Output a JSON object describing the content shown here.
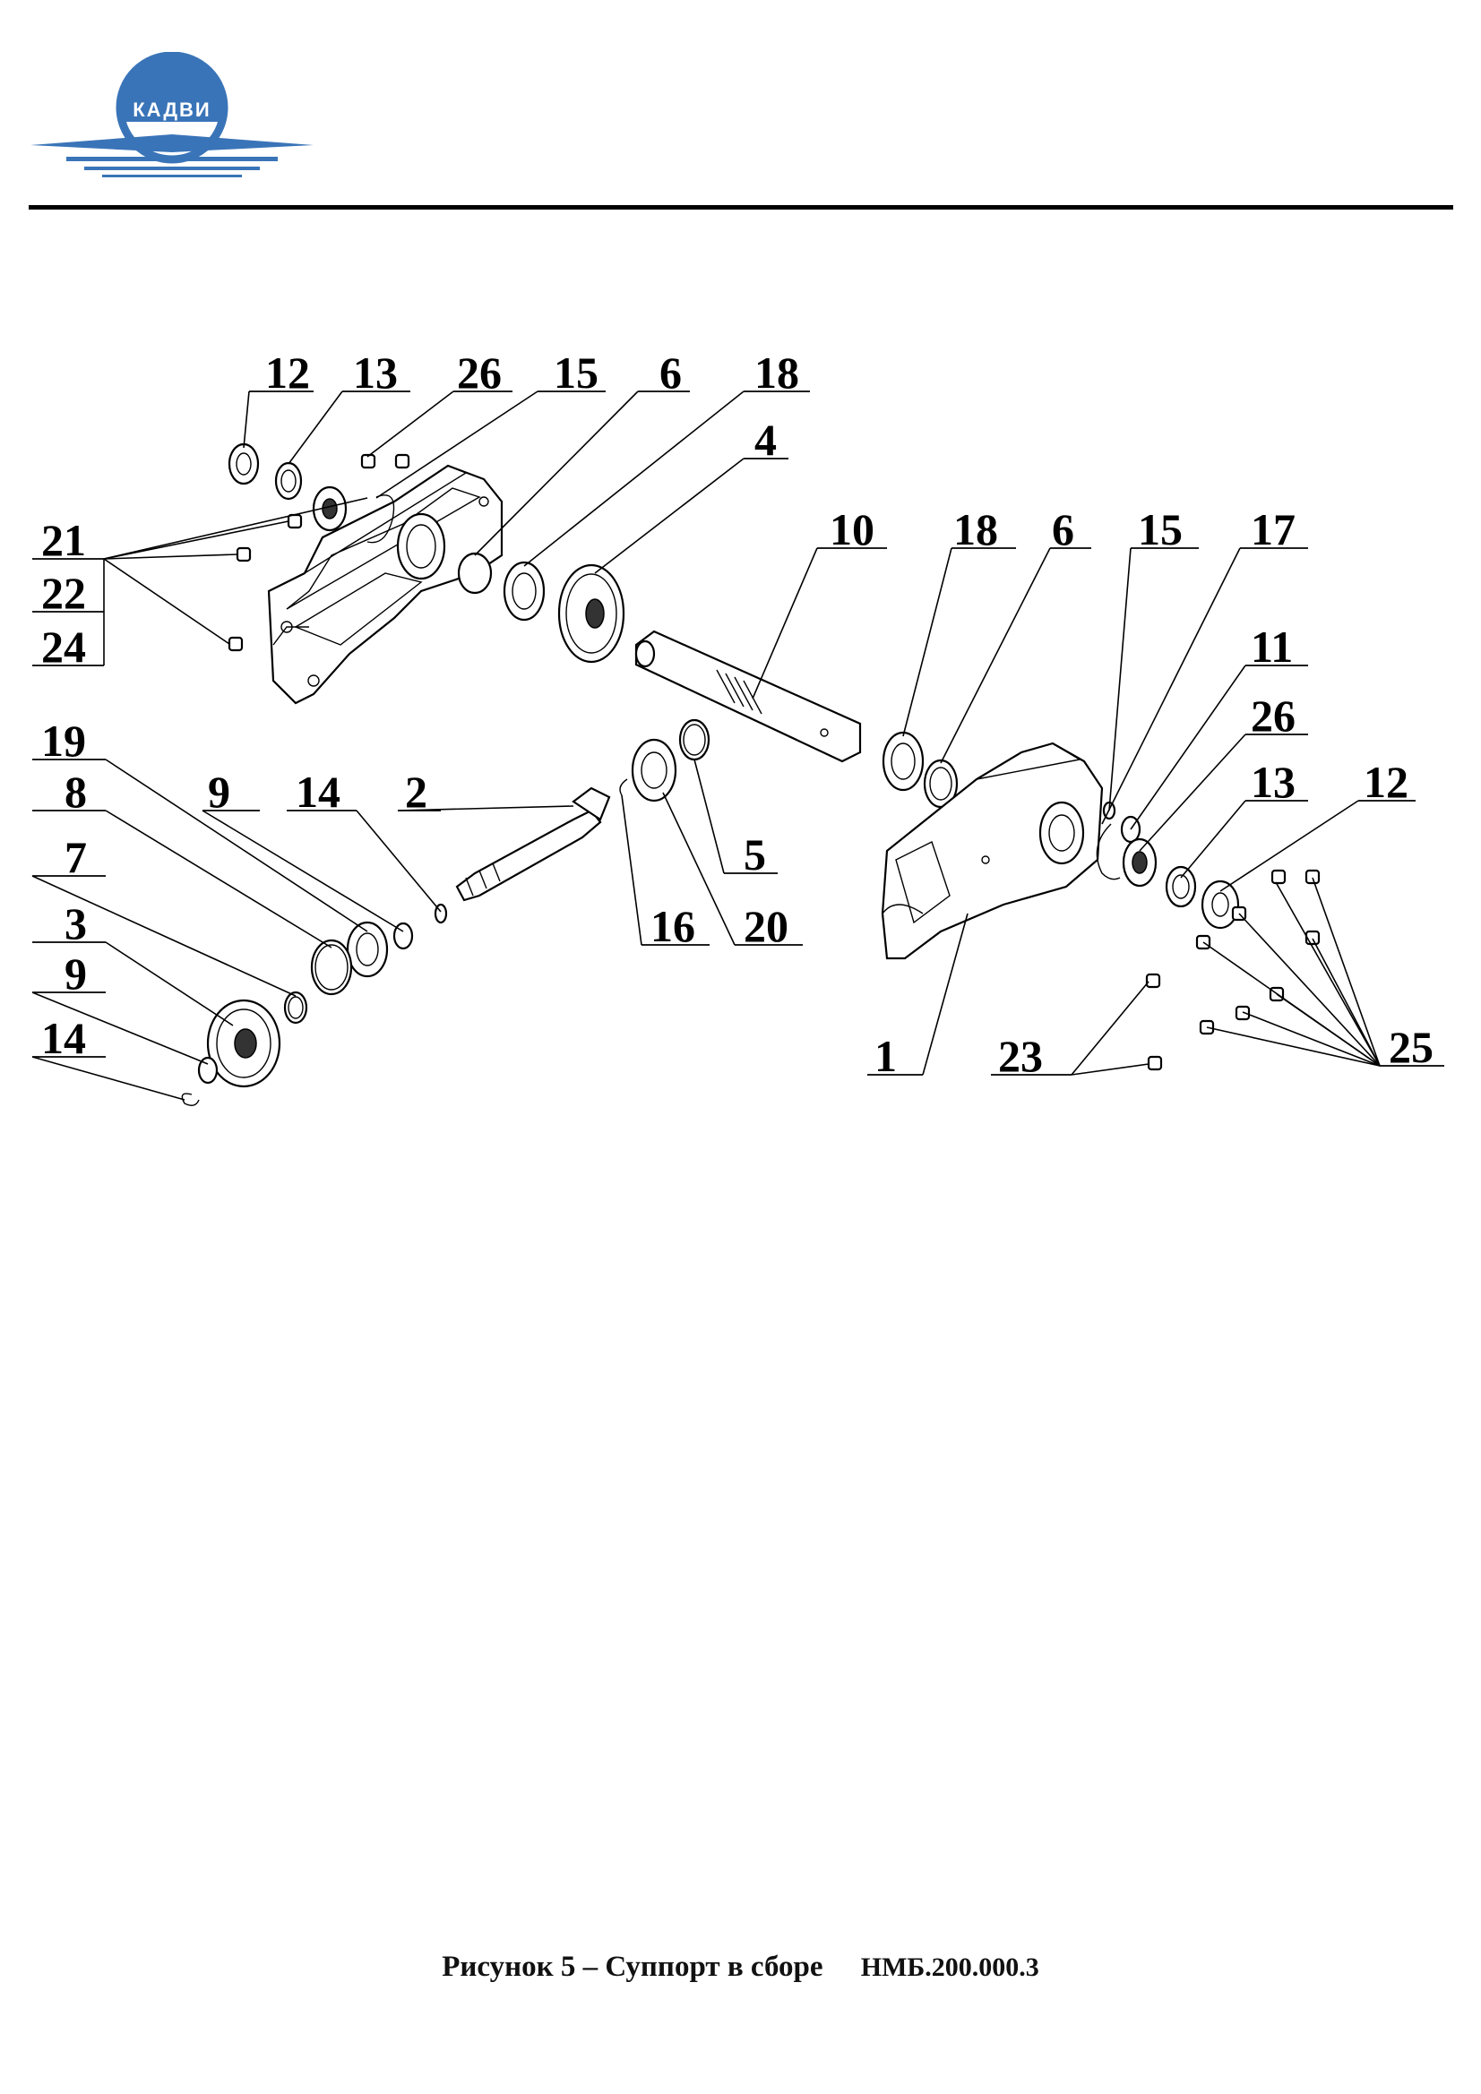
{
  "header": {
    "logo_text": "КАДВИ",
    "brand_color": "#3a74b8"
  },
  "figure": {
    "caption": "Рисунок 5 – Суппорт в сборе",
    "code": "НМБ.200.000.3"
  },
  "callouts": [
    {
      "id": "c-12-top",
      "label": "12"
    },
    {
      "id": "c-13-top",
      "label": "13"
    },
    {
      "id": "c-26-top",
      "label": "26"
    },
    {
      "id": "c-15-top",
      "label": "15"
    },
    {
      "id": "c-6-top",
      "label": "6"
    },
    {
      "id": "c-18-top",
      "label": "18"
    },
    {
      "id": "c-4",
      "label": "4"
    },
    {
      "id": "c-21",
      "label": "21"
    },
    {
      "id": "c-22",
      "label": "22"
    },
    {
      "id": "c-24",
      "label": "24"
    },
    {
      "id": "c-10",
      "label": "10"
    },
    {
      "id": "c-18-right",
      "label": "18"
    },
    {
      "id": "c-6-right",
      "label": "6"
    },
    {
      "id": "c-15-right",
      "label": "15"
    },
    {
      "id": "c-17",
      "label": "17"
    },
    {
      "id": "c-11",
      "label": "11"
    },
    {
      "id": "c-26-right",
      "label": "26"
    },
    {
      "id": "c-13-right",
      "label": "13"
    },
    {
      "id": "c-12-right",
      "label": "12"
    },
    {
      "id": "c-19",
      "label": "19"
    },
    {
      "id": "c-8",
      "label": "8"
    },
    {
      "id": "c-9-mid",
      "label": "9"
    },
    {
      "id": "c-14-mid",
      "label": "14"
    },
    {
      "id": "c-2",
      "label": "2"
    },
    {
      "id": "c-7",
      "label": "7"
    },
    {
      "id": "c-5",
      "label": "5"
    },
    {
      "id": "c-16",
      "label": "16"
    },
    {
      "id": "c-20",
      "label": "20"
    },
    {
      "id": "c-3",
      "label": "3"
    },
    {
      "id": "c-9-low",
      "label": "9"
    },
    {
      "id": "c-14-low",
      "label": "14"
    },
    {
      "id": "c-1",
      "label": "1"
    },
    {
      "id": "c-23",
      "label": "23"
    },
    {
      "id": "c-25",
      "label": "25"
    }
  ]
}
